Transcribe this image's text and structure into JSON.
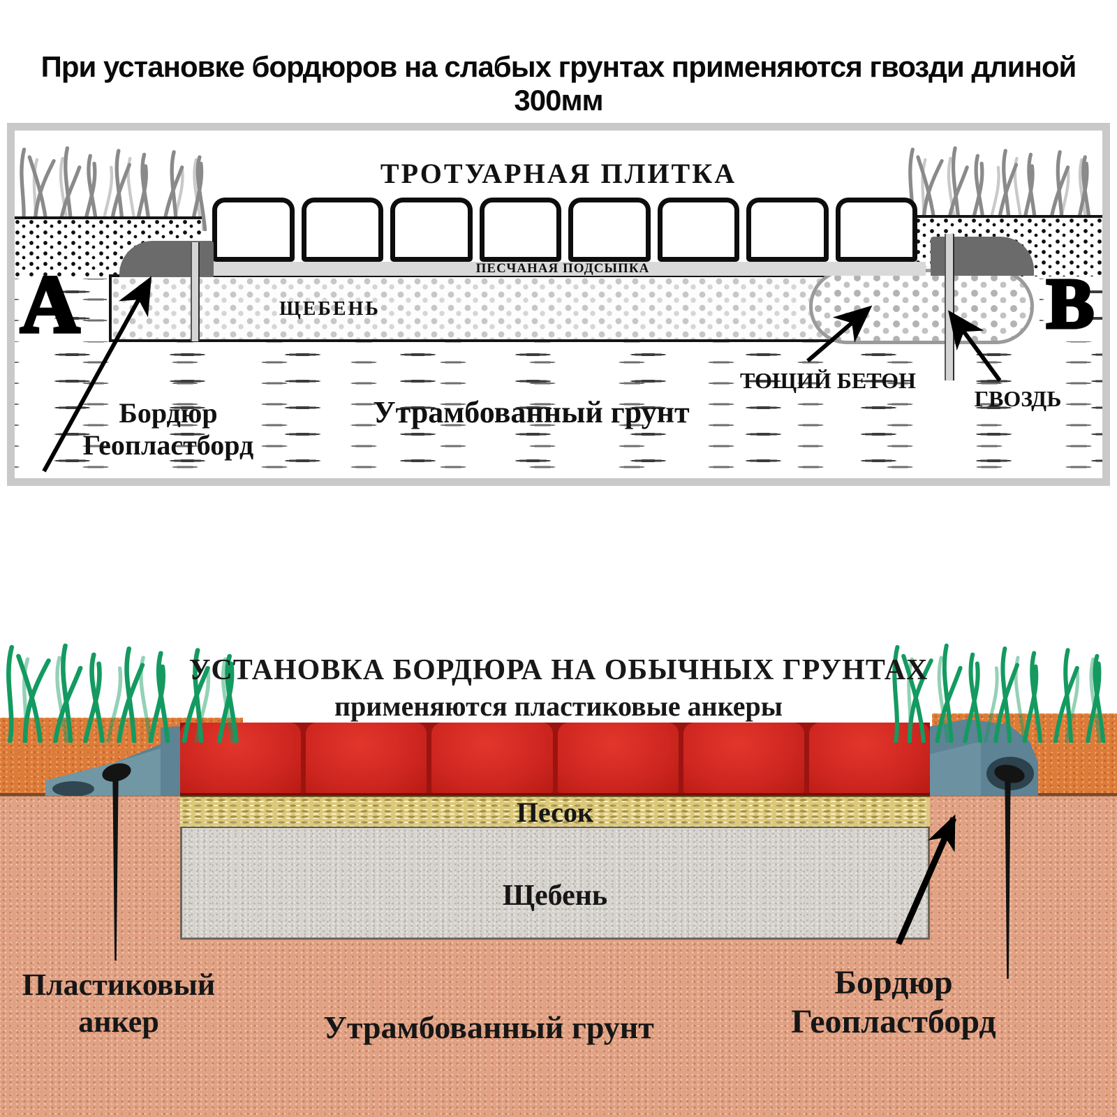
{
  "headline": {
    "text": "При установке бордюров на слабых грунтах применяются гвозди длиной 300мм"
  },
  "top_diagram": {
    "title": "ТРОТУАРНАЯ ПЛИТКА",
    "marker_a": "A",
    "marker_b": "B",
    "tile_count": 8,
    "labels": {
      "sand_bedding": "ПЕСЧАНАЯ ПОДСЫПКА",
      "gravel": "ЩЕБЕНЬ",
      "lean_concrete": "ТОЩИЙ БЕТОН",
      "nail": "ГВОЗДЬ",
      "curb_line1": "Бордюр",
      "curb_line2": "Геопластборд",
      "compacted_soil": "Утрамбованный грунт"
    }
  },
  "bottom_diagram": {
    "title_line1": "УСТАНОВКА БОРДЮРА НА ОБЫЧНЫХ ГРУНТАХ",
    "title_line2": "применяются пластиковые анкеры",
    "paver_count": 6,
    "labels": {
      "sand": "Песок",
      "gravel": "Щебень",
      "compacted_soil": "Утрамбованный грунт",
      "anchor_line1": "Пластиковый",
      "anchor_line2": "анкер",
      "curb_line1": "Бордюр",
      "curb_line2": "Геопластборд"
    }
  },
  "colors": {
    "paver_red": "#ce2620",
    "sand_yellow": "#dcc87a",
    "gravel_gray": "#d6d3ce",
    "topsoil_orange": "#dd7c3a",
    "subsoil_tan": "#e0a184",
    "curb_blue_gray": "#5d8394",
    "curb_dark_gray": "#6b6b6b",
    "grass_green": "#149a60",
    "frame_gray": "#c9c9c9"
  }
}
